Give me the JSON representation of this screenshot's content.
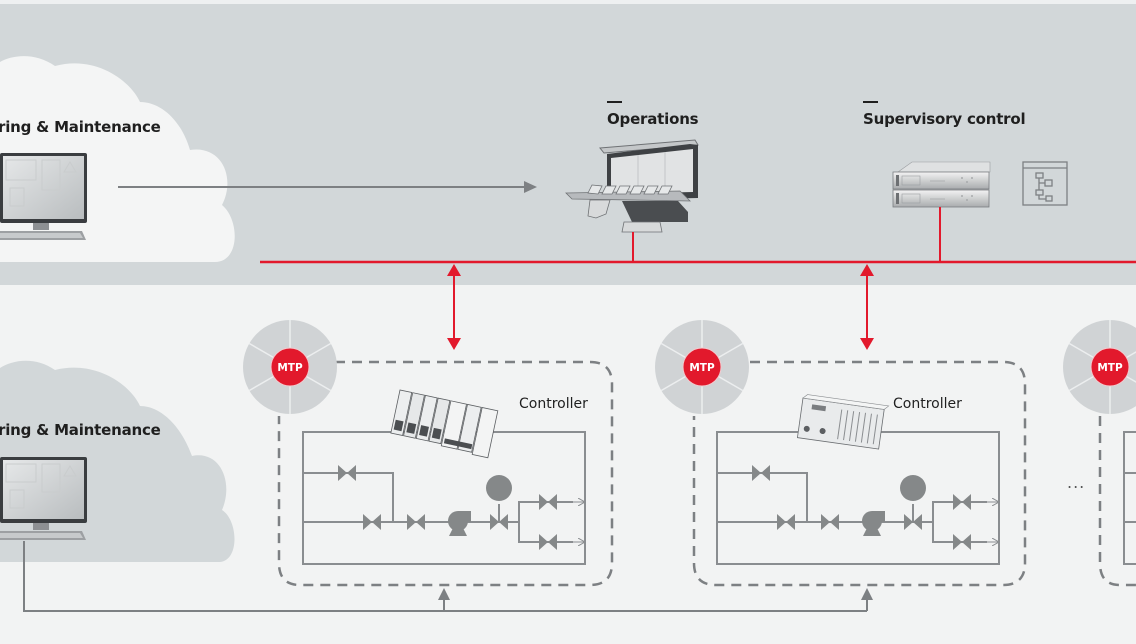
{
  "diagram": {
    "colors": {
      "top_band": "#d2d7d9",
      "bottom_band": "#f2f3f3",
      "cloud_top": "#f4f5f5",
      "cloud_bottom": "#d2d7d9",
      "network_line": "#e2192c",
      "connector_gray": "#7d8083",
      "mtp_red": "#e2192c",
      "mtp_ring": "#d0d3d5"
    },
    "top_layer": {
      "cloud_label": "ring & Maintenance",
      "operations_title": "Operations",
      "supervisory_title": "Supervisory control"
    },
    "bottom_layer": {
      "cloud_label": "ring & Maintenance",
      "modules": [
        {
          "badge": "MTP",
          "controller_label": "Controller"
        },
        {
          "badge": "MTP",
          "controller_label": "Controller"
        },
        {
          "badge": "MTP"
        }
      ],
      "ellipsis": "..."
    }
  }
}
